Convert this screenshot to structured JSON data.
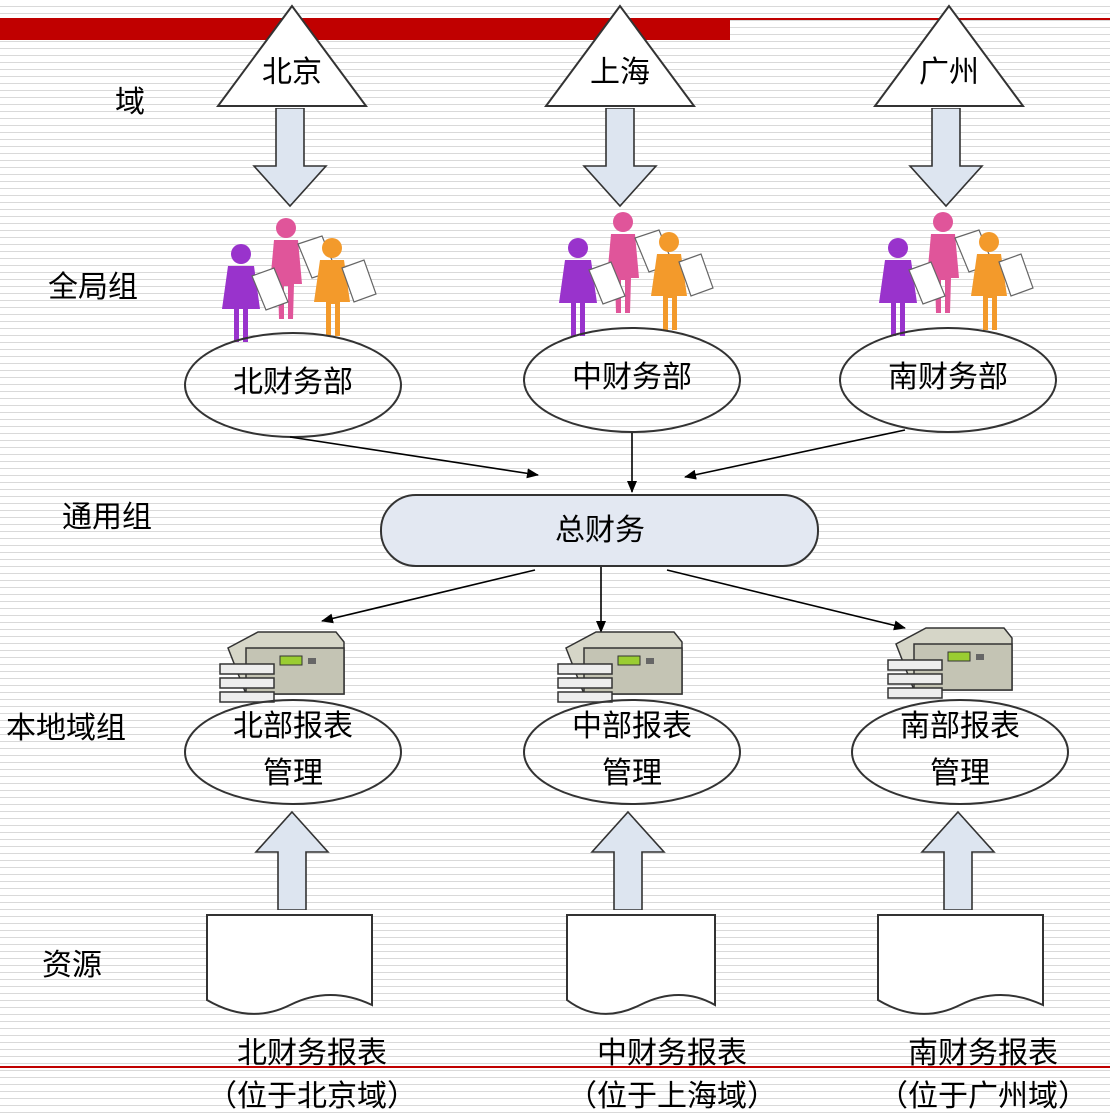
{
  "row_labels": {
    "domain": "域",
    "global_group": "全局组",
    "universal_group": "通用组",
    "domain_local_group": "本地域组",
    "resources": "资源"
  },
  "domains": [
    "北京",
    "上海",
    "广州"
  ],
  "global_groups": [
    "北财务部",
    "中财务部",
    "南财务部"
  ],
  "universal_group": "总财务",
  "local_groups": [
    {
      "line1": "北部报表",
      "line2": "管理"
    },
    {
      "line1": "中部报表",
      "line2": "管理"
    },
    {
      "line1": "南部报表",
      "line2": "管理"
    }
  ],
  "resources": [
    {
      "name": "北财务报表",
      "location": "（位于北京域）"
    },
    {
      "name": "中财务报表",
      "location": "（位于上海域）"
    },
    {
      "name": "南财务报表",
      "location": "（位于广州域）"
    }
  ],
  "colors": {
    "accent_bar": "#c00000",
    "block_arrow_fill": "#dde5f0",
    "universal_fill": "#e3e8f2",
    "person_purple": "#9933cc",
    "person_pink": "#e0559a",
    "person_orange": "#f39a2b"
  }
}
